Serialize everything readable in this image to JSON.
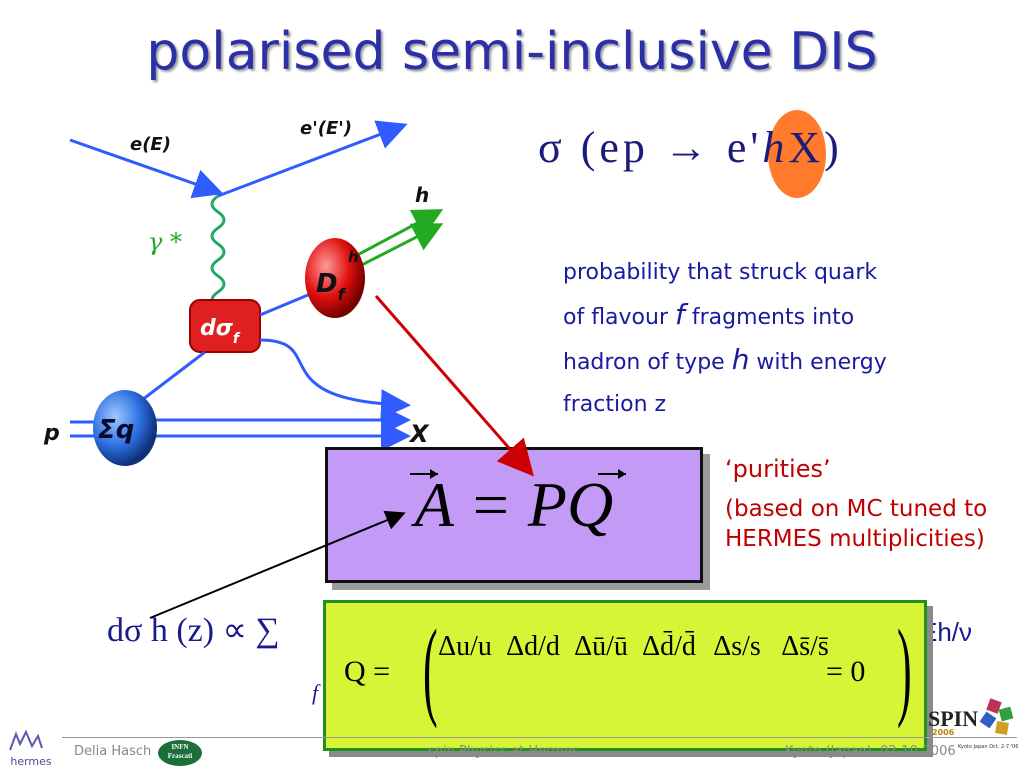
{
  "slide": {
    "title": "polarised semi-inclusive DIS"
  },
  "diagram": {
    "labels": {
      "beam_in": "e(E)",
      "beam_out": "e'(E')",
      "photon": "γ *",
      "cross_section": "dσ",
      "cross_section_sub": "f",
      "hadron": "h",
      "frag_D": "D",
      "frag_sub": "f",
      "frag_sup": "h",
      "proton": "p",
      "quark_sum": "Σq",
      "remnant": "X"
    }
  },
  "reaction": {
    "prefix": "σ (ep → e'",
    "h": "h",
    "suffix": "X)"
  },
  "probability_text": {
    "line1": "probability that struck quark",
    "line2a": "of flavour ",
    "line2_var": "f",
    "line2b": " fragments into",
    "line3a": "hadron of type ",
    "line3_var": "h",
    "line3b": " with energy",
    "line4": "fraction z"
  },
  "purities": {
    "title": "‘purities’",
    "note_line1": "(based on MC tuned to",
    "note_line2": "HERMES multiplicities)"
  },
  "equations": {
    "A_eq": "A = PQ",
    "left_formula": "dσ h (z) ∝ ∑",
    "sum_sub": "f",
    "right_fragment": "Eh/ν",
    "Q_lhs": "Q =",
    "Q_terms": [
      "Δu/u",
      "Δd/d",
      "Δū/ū",
      "Δd̄/d̄",
      "Δs/s",
      "Δs̄/s̄"
    ],
    "Q_rhs": "= 0"
  },
  "footer": {
    "logo_hermes": "hermes",
    "author": "Delia Hasch",
    "infn_line1": "INFN",
    "infn_line2": "Frascati",
    "center": "spin Physics at Hermes",
    "right": "Kyoto (Japan), 02-10-2006",
    "spin_logo": "SPIN",
    "spin_year": "2006",
    "spin_caption": "Kyoto Japan Oct. 2-7 '06"
  },
  "colors": {
    "title": "#2b2fa8",
    "purities": "#c00000",
    "box_a": "#c39bf7",
    "box_q": "#d7f436",
    "arrow_red": "#cc0000"
  }
}
